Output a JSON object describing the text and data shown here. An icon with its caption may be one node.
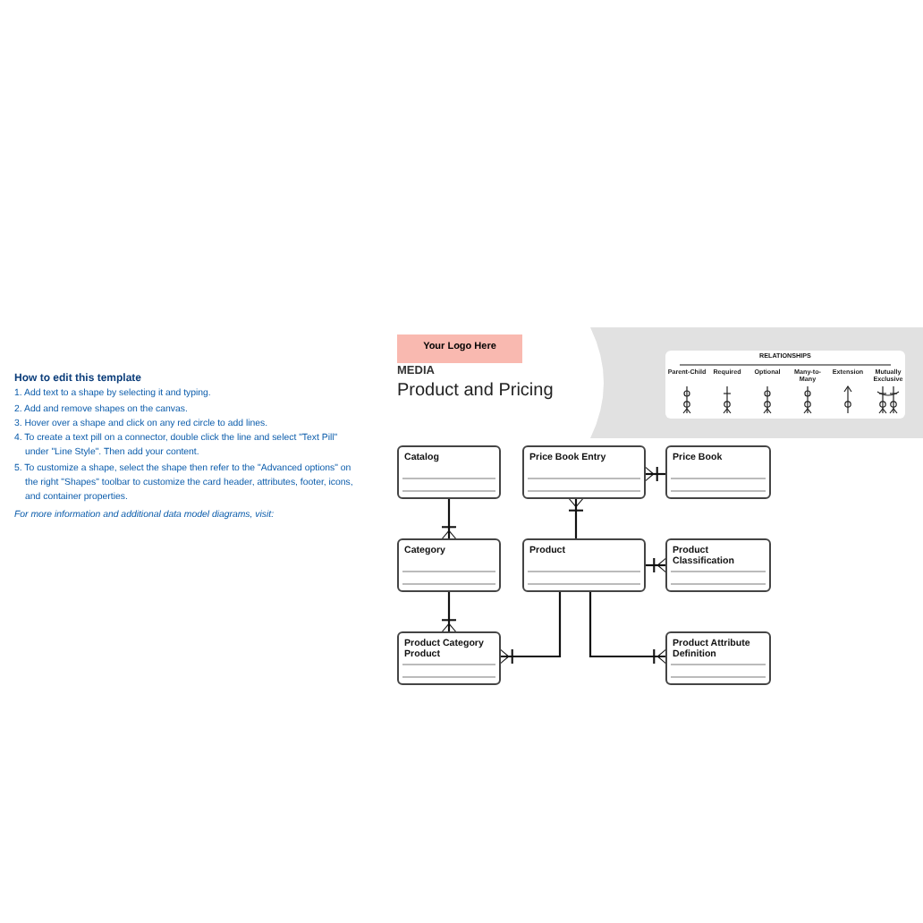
{
  "diagram": {
    "title": "Product and Pricing",
    "nodes": [
      {
        "text": [
          "Your Logo Here"
        ]
      },
      {
        "text": [
          "Catalog"
        ]
      },
      {
        "text": [
          "Price Book Entry"
        ]
      },
      {
        "text": [
          "Price Book"
        ]
      },
      {
        "text": [
          "Category"
        ]
      },
      {
        "text": [
          "Product"
        ]
      },
      {
        "text": [
          "Product Classification"
        ]
      },
      {
        "text": [
          "Product Category Product"
        ]
      },
      {
        "text": [
          "Product Attribute Definition"
        ]
      }
    ],
    "edges": [
      {
        "from": 1,
        "to": 4,
        "arrow": "other"
      },
      {
        "from": 3,
        "to": 2,
        "arrow": "other"
      },
      {
        "from": 5,
        "to": 2,
        "arrow": "other"
      },
      {
        "from": 5,
        "to": 6,
        "arrow": "other"
      },
      {
        "from": 4,
        "to": 7,
        "arrow": "other"
      },
      {
        "from": 5,
        "to": 7,
        "arrow": "other"
      },
      {
        "from": 5,
        "to": 8,
        "arrow": "other"
      }
    ],
    "labels": [
      "How to edit this template",
      "1. Add text to a shape by selecting it and typing.",
      "2. Add and remove shapes on the canvas.",
      "3. Hover over a shape and click on any red circle to add lines.",
      "4. To create a text pill on a connector, double click the line and select \"Text Pill\" under \"Line Style\". Then add your content.",
      "5. To customize a shape, select the shape then refer to the \"Advanced options\" on the right \"Shapes\" toolbar to customize the card header, attributes, footer, icons, and container properties.",
      "For more information and additional data model diagrams, visit:",
      "MEDIA",
      "RELATIONSHIPS"
    ],
    "legend": [
      {
        "text": "Parent-Child"
      },
      {
        "text": "Required"
      },
      {
        "text": "Optional"
      },
      {
        "text": "Many-to-Many"
      },
      {
        "text": "Extension"
      },
      {
        "text": "Mutually Exclusive"
      }
    ]
  }
}
